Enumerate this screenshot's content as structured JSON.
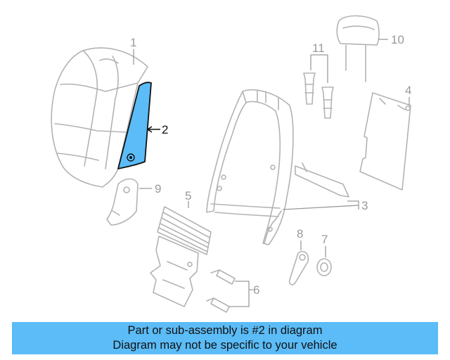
{
  "callouts": {
    "c1": "1",
    "c2": "2",
    "c3": "3",
    "c4": "4",
    "c5": "5",
    "c6": "6",
    "c7": "7",
    "c8": "8",
    "c9": "9",
    "c10": "10",
    "c11": "11"
  },
  "highlight": {
    "part": "2",
    "color": "#5bbcf7"
  },
  "banner": {
    "line1": "Part or sub-assembly is #2 in diagram",
    "line2": "Diagram may not be specific to your vehicle"
  }
}
